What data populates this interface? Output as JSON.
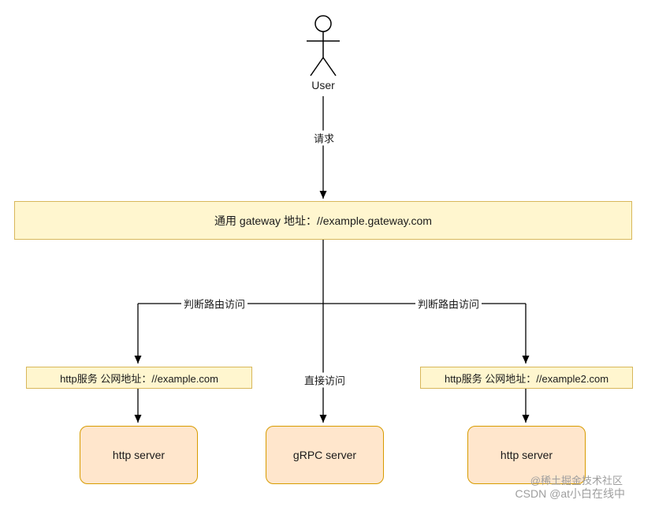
{
  "actor": {
    "label": "User"
  },
  "edges": {
    "request": "请求",
    "route_left": "判断路由访问",
    "route_right": "判断路由访问",
    "direct": "直接访问"
  },
  "nodes": {
    "gateway": "通用 gateway 地址：//example.gateway.com",
    "http_service_left": "http服务 公网地址：//example.com",
    "http_service_right": "http服务 公网地址：//example2.com",
    "http_server_left": "http server",
    "grpc_server": "gRPC server",
    "http_server_right": "http server"
  },
  "watermark": {
    "line1": "@稀土掘金技术社区",
    "line2": "CSDN @at小白在线中"
  },
  "colors": {
    "yellow_fill": "#FFF6CF",
    "yellow_border": "#D8B75A",
    "orange_fill": "#FFE6CC",
    "orange_border": "#D79B00",
    "line": "#000000",
    "watermark": "#9E9E9E"
  }
}
